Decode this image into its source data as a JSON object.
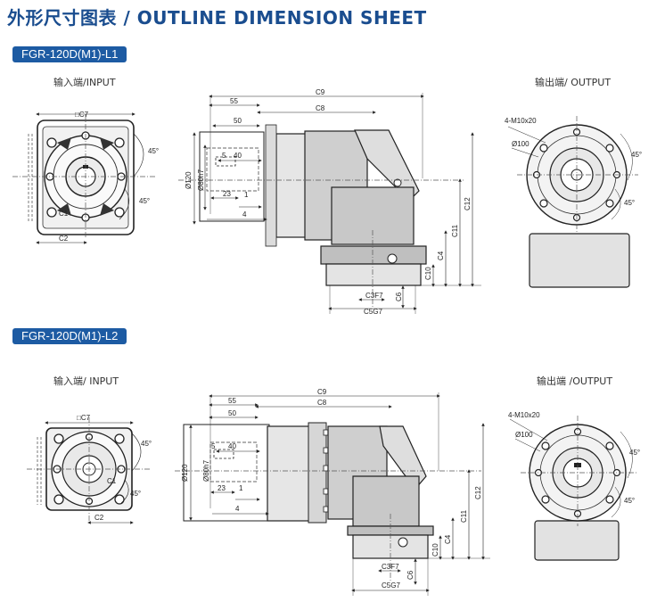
{
  "title": "外形尺寸图表 / OUTLINE DIMENSION SHEET",
  "sections": [
    {
      "model": "FGR-120D(M1)-L1",
      "input_caption": "输入端/INPUT",
      "output_caption": "输出端/ OUTPUT",
      "dims": {
        "c7": "□C7",
        "c2": "C2",
        "c1": "C1",
        "angle45a": "45°",
        "angle45b": "45°",
        "c9": "C9",
        "d55": "55",
        "d50": "50",
        "c8": "C8",
        "d5": "5",
        "d40": "40",
        "d120": "Ø120",
        "d80": "Ø80h7",
        "d23": "23",
        "d1": "1",
        "d4": "4",
        "c12": "C12",
        "c11": "C11",
        "c4": "C4",
        "c10": "C10",
        "c3": "C3F7",
        "c6": "C6",
        "c5": "C5G7",
        "m10": "4-M10x20",
        "d100": "Ø100",
        "out45a": "45°",
        "out45b": "45°"
      }
    },
    {
      "model": "FGR-120D(M1)-L2",
      "input_caption": "输入端/ INPUT",
      "output_caption": "输出端 /OUTPUT",
      "dims": {
        "c7": "□C7",
        "c2": "C2",
        "c1": "C1",
        "angle45a": "45°",
        "angle45b": "45°",
        "c9": "C9",
        "d55": "55",
        "d50": "50",
        "c8": "C8",
        "d5": "5",
        "d40": "40",
        "d120": "Ø120",
        "d80": "Ø80h7",
        "d23": "23",
        "d1": "1",
        "d4": "4",
        "c12": "C12",
        "c11": "C11",
        "c4": "C4",
        "c10": "C10",
        "c3": "C3F7",
        "c6": "C6",
        "c5": "C5G7",
        "m10": "4-M10x20",
        "d100": "Ø100",
        "out45a": "45°",
        "out45b": "45°"
      }
    }
  ]
}
